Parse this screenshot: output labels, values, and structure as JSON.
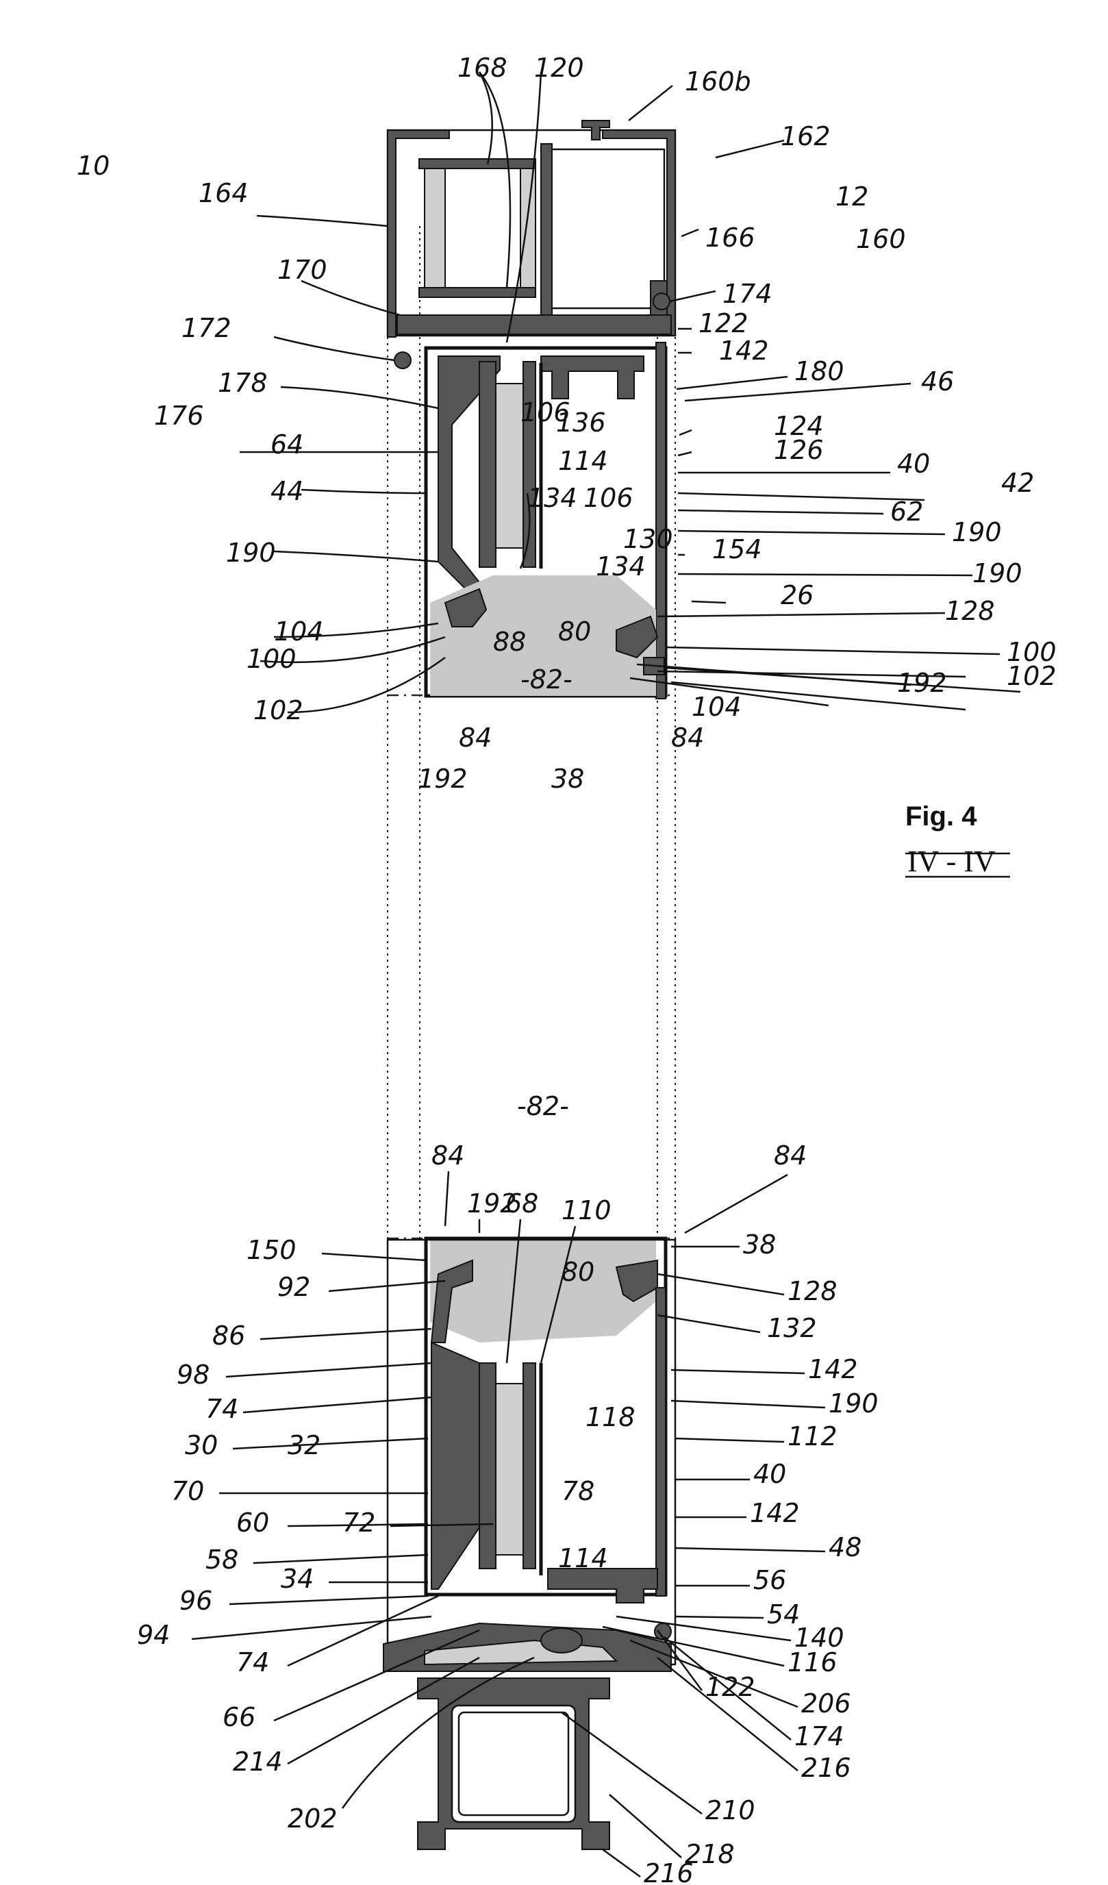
{
  "figure": {
    "title": "Fig. 4",
    "section": "IV - IV"
  },
  "labels": {
    "l10": "10",
    "l168": "168",
    "l120": "120",
    "l160b": "160b",
    "l162": "162",
    "l164": "164",
    "l12": "12",
    "l166": "166",
    "l160": "160",
    "l170": "170",
    "l174a": "174",
    "l172": "172",
    "l122a": "122",
    "l142a": "142",
    "l178": "178",
    "l180": "180",
    "l46": "46",
    "l176": "176",
    "l106a": "106",
    "l136": "136",
    "l124": "124",
    "l64": "64",
    "l114a": "114",
    "l126": "126",
    "l40a": "40",
    "l42": "42",
    "l44": "44",
    "l134a": "134",
    "l106b": "106",
    "l62": "62",
    "l190a": "190",
    "l130": "130",
    "l154": "154",
    "l190b": "190",
    "l134b": "134",
    "l190c": "190",
    "l26": "26",
    "l128a": "128",
    "l88": "88",
    "l80a": "80",
    "l104a": "104",
    "l100a": "100",
    "l100b": "100",
    "l82a": "-82-",
    "l192a": "192",
    "l102a": "102",
    "l104b": "104",
    "l102b": "102",
    "l84a": "84",
    "l84b": "84",
    "l192b": "192",
    "l38a": "38",
    "l82b": "-82-",
    "l84c": "84",
    "l84d": "84",
    "l192c": "192",
    "l68": "68",
    "l110": "110",
    "l150": "150",
    "l38b": "38",
    "l80b": "80",
    "l92": "92",
    "l128b": "128",
    "l132": "132",
    "l86": "86",
    "l98": "98",
    "l142b": "142",
    "l74a": "74",
    "l118": "118",
    "l190d": "190",
    "l30": "30",
    "l32": "32",
    "l112": "112",
    "l70": "70",
    "l78": "78",
    "l40b": "40",
    "l60": "60",
    "l72": "72",
    "l142c": "142",
    "l58": "58",
    "l114b": "114",
    "l48": "48",
    "l34": "34",
    "l96": "96",
    "l56": "56",
    "l54": "54",
    "l94": "94",
    "l140": "140",
    "l74b": "74",
    "l116": "116",
    "l122b": "122",
    "l66": "66",
    "l206": "206",
    "l174b": "174",
    "l214": "214",
    "l216a": "216",
    "l202": "202",
    "l210": "210",
    "l218": "218",
    "l216b": "216"
  }
}
